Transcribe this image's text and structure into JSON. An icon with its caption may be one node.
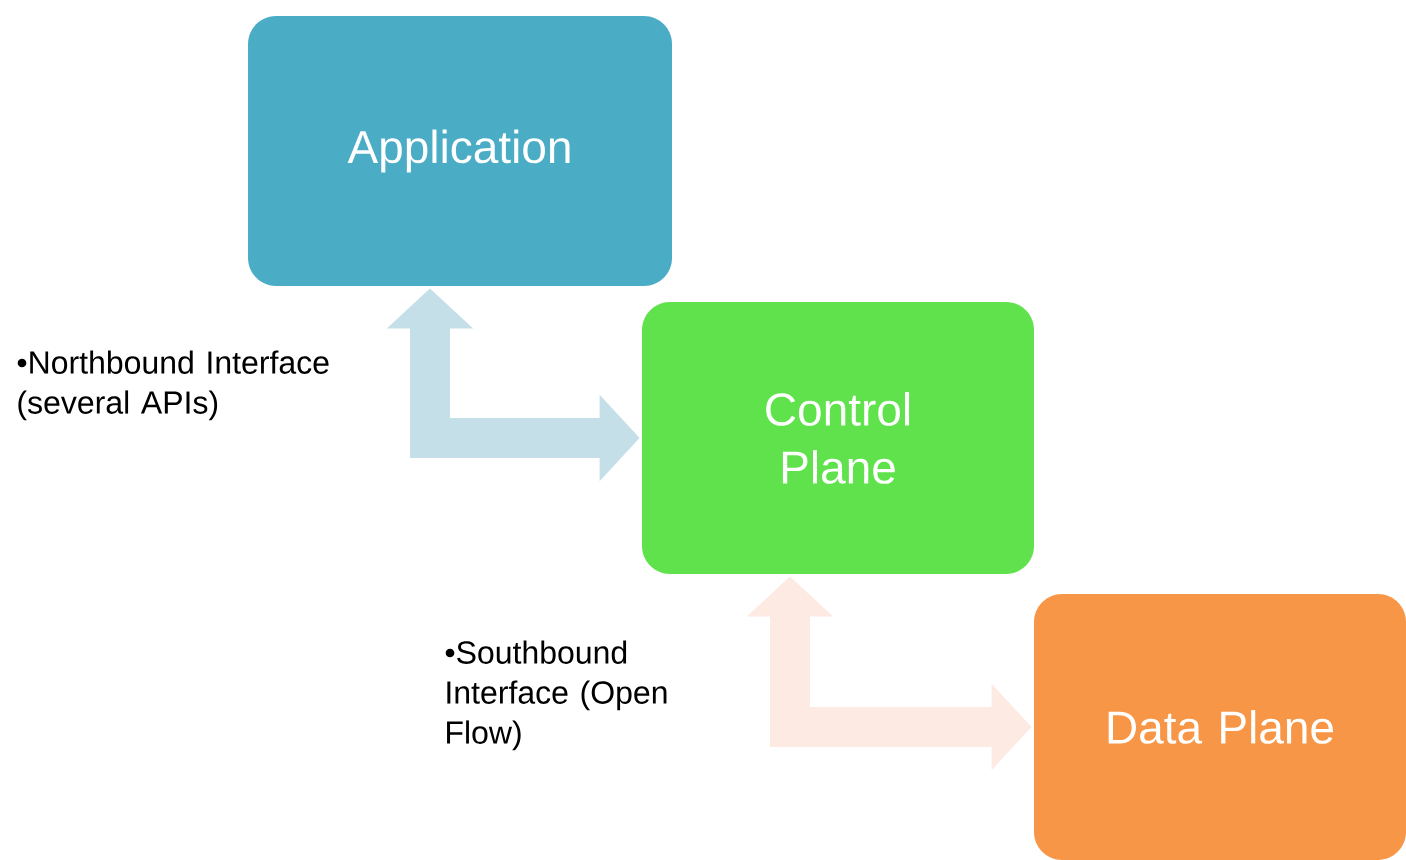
{
  "diagram": {
    "nodes": [
      {
        "text": [
          "Application"
        ]
      },
      {
        "text": [
          "Control Plane"
        ]
      },
      {
        "text": [
          "Data Plane"
        ]
      }
    ],
    "edges": [
      {
        "from": 0,
        "to": 1,
        "arrow": "both",
        "label": "•Northbound Interface (several APIs)",
        "color": "#c5dfe8"
      },
      {
        "from": 1,
        "to": 2,
        "arrow": "both",
        "label": "•Southbound Interface (Open Flow)",
        "color": "#fdeae3"
      }
    ]
  }
}
